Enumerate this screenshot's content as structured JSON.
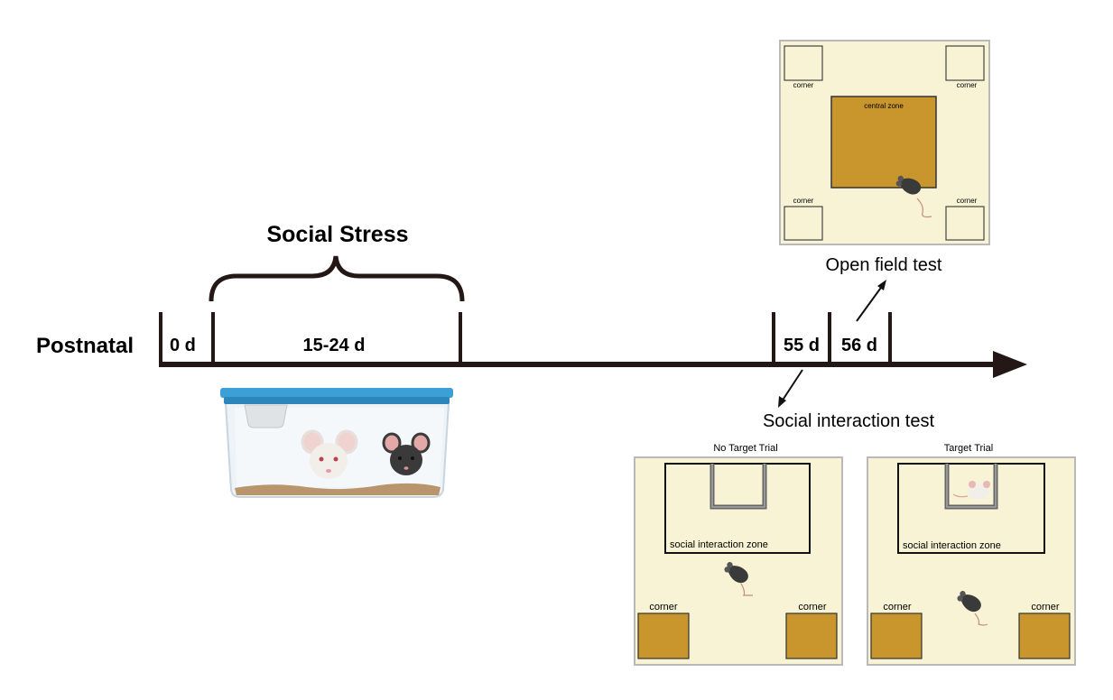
{
  "timeline": {
    "start_label": "Postnatal",
    "bracket_label": "Social Stress",
    "ticks": [
      "0 d",
      "15-24 d",
      "55 d",
      "56 d"
    ]
  },
  "open_field": {
    "title": "Open field test",
    "corner_labels": [
      "corner",
      "corner",
      "corner",
      "corner"
    ],
    "center_label": "central zone"
  },
  "social_interaction": {
    "title": "Social interaction test",
    "panels": [
      {
        "trial_label": "No Target Trial",
        "zone_label": "social interaction zone",
        "corner_labels": [
          "corner",
          "corner"
        ]
      },
      {
        "trial_label": "Target Trial",
        "zone_label": "social interaction zone",
        "corner_labels": [
          "corner",
          "corner"
        ]
      }
    ]
  },
  "colors": {
    "arena_bg": "#f7f3d4",
    "zone_fill": "#c8962c",
    "axis": "#231815",
    "cage_lid": "#3aa0d6",
    "bedding": "#b8956a"
  }
}
